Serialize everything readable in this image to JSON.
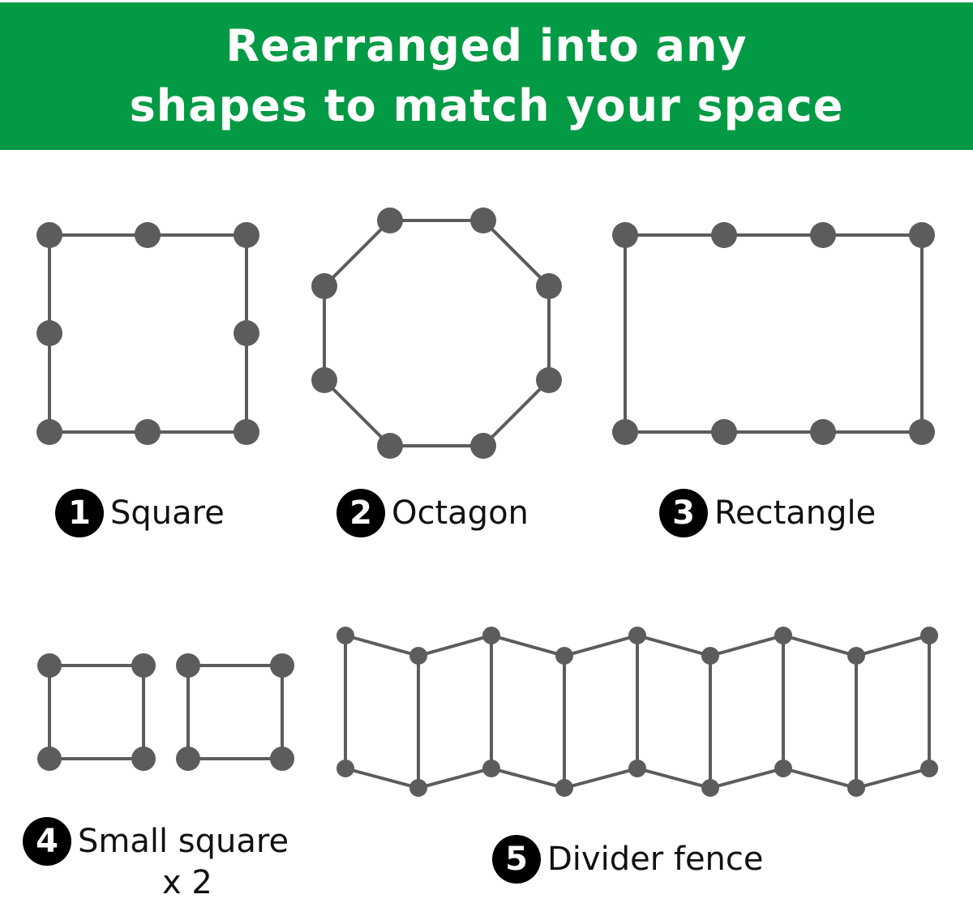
{
  "banner": {
    "line1": "Rearranged into any",
    "line2": "shapes to match your space",
    "background_color": "#029a44",
    "text_color": "#ffffff"
  },
  "style": {
    "node_color": "#5d5c5d",
    "line_color": "#5d5c5d",
    "badge_color": "#000000"
  },
  "shapes": [
    {
      "number": "1",
      "label": "Square",
      "sublabel": ""
    },
    {
      "number": "2",
      "label": "Octagon",
      "sublabel": ""
    },
    {
      "number": "3",
      "label": "Rectangle",
      "sublabel": ""
    },
    {
      "number": "4",
      "label": "Small square",
      "sublabel": "x 2"
    },
    {
      "number": "5",
      "label": "Divider fence",
      "sublabel": ""
    }
  ]
}
